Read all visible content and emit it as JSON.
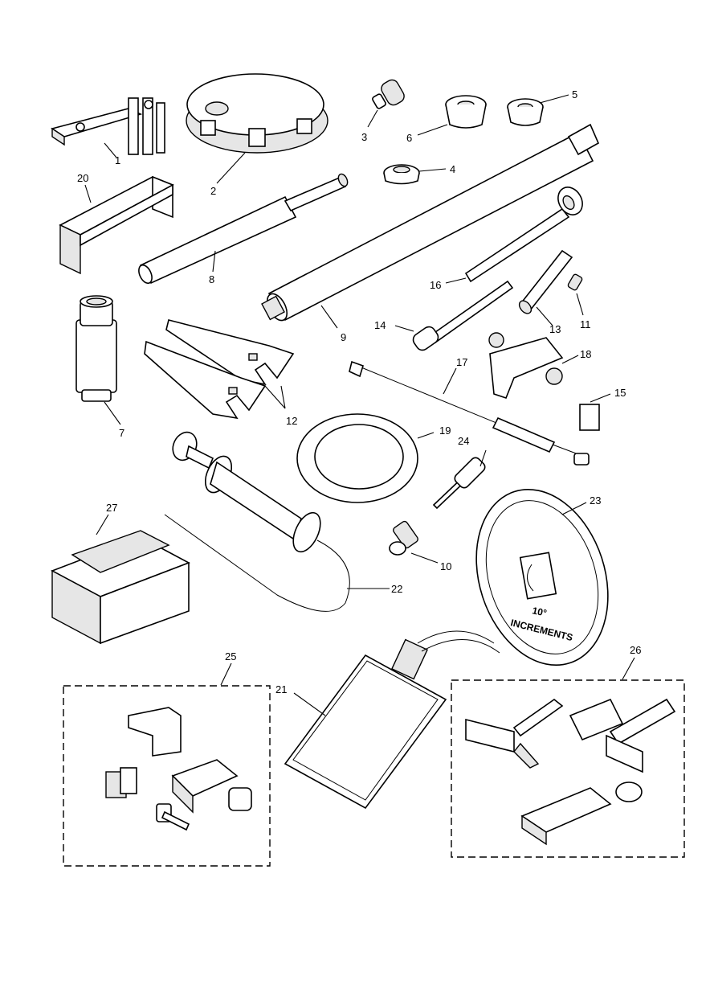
{
  "parts": {
    "p1": "1",
    "p2": "2",
    "p3": "3",
    "p4": "4",
    "p5": "5",
    "p6": "6",
    "p7": "7",
    "p8": "8",
    "p9": "9",
    "p10": "10",
    "p11": "11",
    "p12": "12",
    "p13": "13",
    "p14": "14",
    "p15": "15",
    "p16": "16",
    "p17": "17",
    "p18": "18",
    "p19": "19",
    "p20": "20",
    "p21": "21",
    "p22": "22",
    "p23": "23",
    "p24": "24",
    "p25": "25",
    "p26": "26",
    "p27": "27"
  },
  "degree_wheel": {
    "line1": "10°",
    "line2": "INCREMENTS"
  }
}
